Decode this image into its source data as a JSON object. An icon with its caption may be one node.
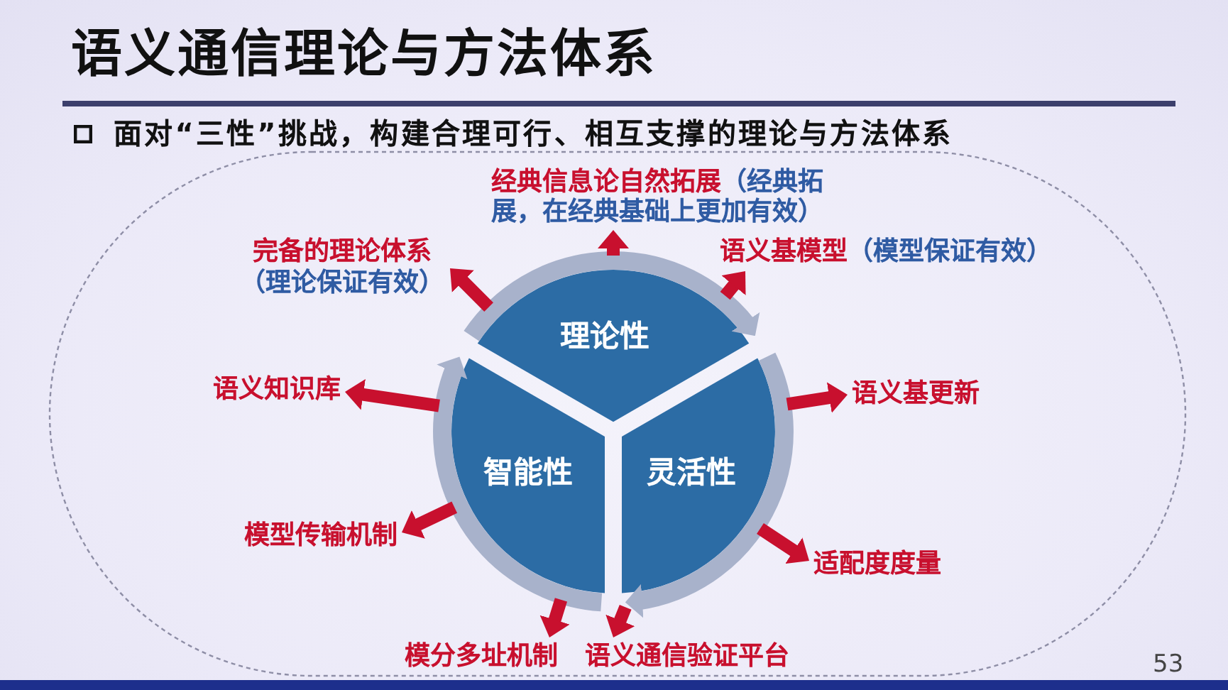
{
  "diagram": {
    "title": "语义通信理论与方法体系",
    "nodes": [
      {
        "text": [
          "经典信息论自然拓展",
          "（经典拓展，在经典基础上更加有效）"
        ]
      },
      {
        "text": [
          "完备的理论体系",
          "（理论保证有效）"
        ]
      },
      {
        "text": [
          "语义基模型",
          "（模型保证有效）"
        ]
      },
      {
        "text": [
          "理论性"
        ]
      },
      {
        "text": [
          "语义知识库"
        ]
      },
      {
        "text": [
          "语义基更新"
        ]
      },
      {
        "text": [
          "智能性"
        ]
      },
      {
        "text": [
          "灵活性"
        ]
      },
      {
        "text": [
          "模型传输机制"
        ]
      },
      {
        "text": [
          "适配度度量"
        ]
      },
      {
        "text": [
          "模分多址机制"
        ]
      },
      {
        "text": [
          "语义通信验证平台"
        ]
      }
    ],
    "edges": [
      {
        "from": 3,
        "to": 7,
        "arrow": "to",
        "color": "#a8b2cb"
      },
      {
        "from": 7,
        "to": 6,
        "arrow": "to",
        "color": "#a8b2cb"
      },
      {
        "from": 6,
        "to": 3,
        "arrow": "to",
        "color": "#a8b2cb"
      },
      {
        "from": 3,
        "to": 1,
        "arrow": "to"
      },
      {
        "from": 3,
        "to": 0,
        "arrow": "to"
      },
      {
        "from": 3,
        "to": 2,
        "arrow": "to"
      },
      {
        "from": 6,
        "to": 4,
        "arrow": "to"
      },
      {
        "from": 7,
        "to": 5,
        "arrow": "to"
      },
      {
        "from": 6,
        "to": 8,
        "arrow": "to"
      },
      {
        "from": 7,
        "to": 9,
        "arrow": "to"
      },
      {
        "from": 6,
        "to": 10,
        "arrow": "to"
      },
      {
        "from": 7,
        "to": 11,
        "arrow": "to"
      }
    ],
    "labels": [
      "面对“三性”挑战，构建合理可行、相互支撑的理论与方法体系",
      "53"
    ]
  }
}
